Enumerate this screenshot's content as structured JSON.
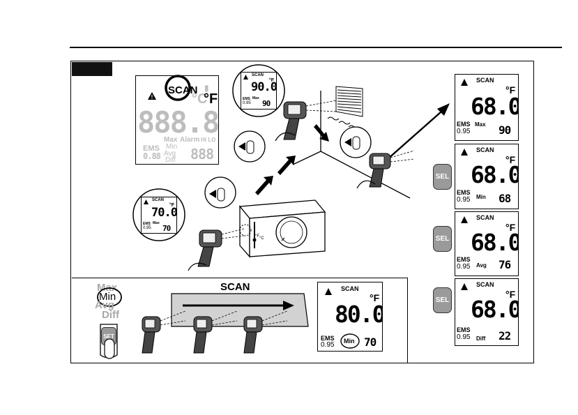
{
  "tab": "",
  "all_segments": {
    "scan": "SCAN",
    "unit_c": "°C",
    "unit_f": "°F",
    "digits": "888.8",
    "max": "Max",
    "alarm": "Alarm",
    "hilo": "HI LO",
    "min": "Min",
    "avg": "Avg",
    "diff": "Diff",
    "ems": "EMS",
    "ems_value": "0.88",
    "small_digits": "888"
  },
  "wall_display": {
    "scan": "SCAN",
    "unit": "°F",
    "reading": "90.0",
    "ems": "EMS",
    "ems_value": "0.95",
    "mode": "Max",
    "mode_value": "90"
  },
  "thermostat_display": {
    "scan": "SCAN",
    "unit": "°F",
    "reading": "70.0",
    "ems": "EMS",
    "ems_value": "0.95",
    "mode": "Max",
    "mode_value": "70"
  },
  "thermostat_labels": {
    "f": "°F",
    "c": "°C"
  },
  "right_displays": [
    {
      "scan": "SCAN",
      "unit": "°F",
      "reading": "68.0",
      "ems": "EMS",
      "ems_value": "0.95",
      "mode": "Max",
      "mode_value": "90"
    },
    {
      "scan": "SCAN",
      "unit": "°F",
      "reading": "68.0",
      "ems": "EMS",
      "ems_value": "0.95",
      "mode": "Min",
      "mode_value": "68"
    },
    {
      "scan": "SCAN",
      "unit": "°F",
      "reading": "68.0",
      "ems": "EMS",
      "ems_value": "0.95",
      "mode": "Avg",
      "mode_value": "76"
    },
    {
      "scan": "SCAN",
      "unit": "°F",
      "reading": "68.0",
      "ems": "EMS",
      "ems_value": "0.95",
      "mode": "Diff",
      "mode_value": "22"
    }
  ],
  "sel_label": "SEL",
  "scan_section": {
    "title": "SCAN",
    "modes": [
      "Max",
      "Min",
      "Avg",
      "Diff"
    ],
    "selected_mode": "Min",
    "set_label": "SET",
    "display": {
      "scan": "SCAN",
      "unit": "°F",
      "reading": "80.0",
      "ems": "EMS",
      "ems_value": "0.95",
      "mode": "Min",
      "mode_value": "70"
    }
  },
  "colors": {
    "ink": "#000000",
    "ghost_segment": "#bdbdbd",
    "button_fill": "#9a9a9a",
    "scan_band": "#d2d2d2"
  }
}
